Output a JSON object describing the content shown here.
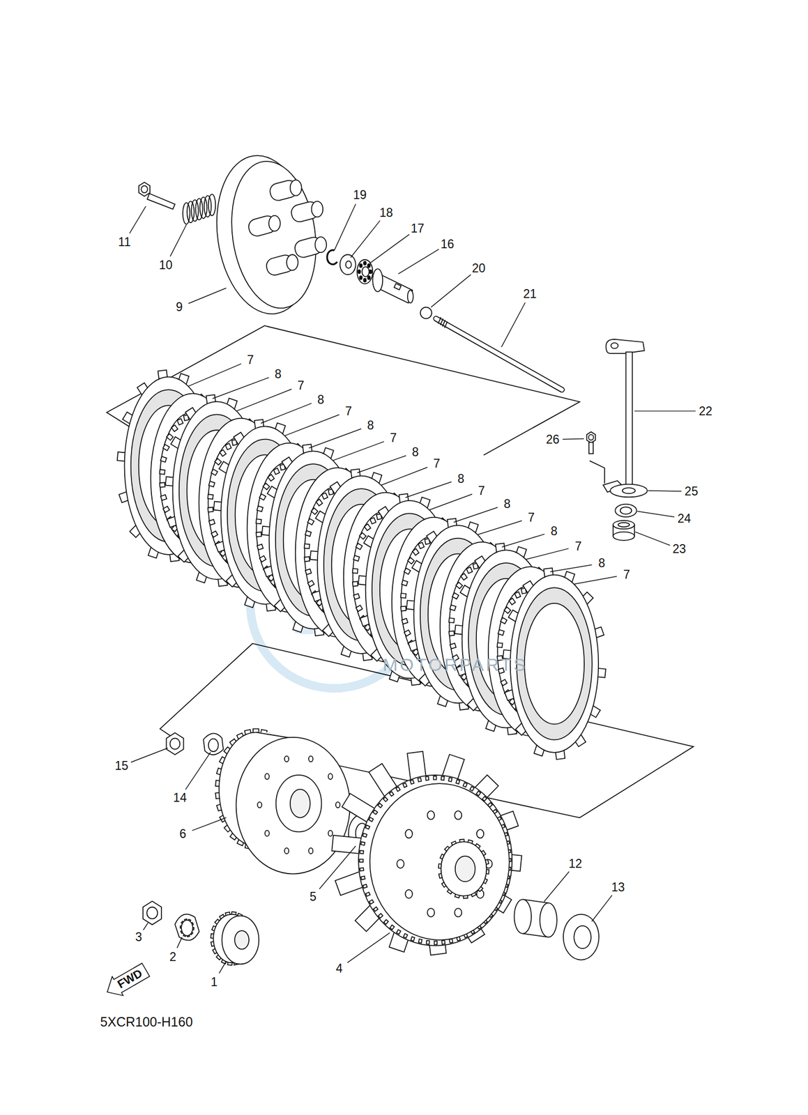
{
  "diagram": {
    "nodes": [
      {
        "text": [
          "FWD"
        ]
      }
    ],
    "labels": [
      "11",
      "10",
      "9",
      "19",
      "18",
      "17",
      "16",
      "20",
      "21",
      "7",
      "8",
      "7",
      "8",
      "7",
      "8",
      "7",
      "8",
      "7",
      "8",
      "7",
      "8",
      "7",
      "8",
      "7",
      "8",
      "7",
      "22",
      "26",
      "25",
      "24",
      "23",
      "MOTORPARTS",
      "15",
      "14",
      "6",
      "5",
      "12",
      "13",
      "3",
      "2",
      "1",
      "4",
      "5XCR100-H160"
    ]
  }
}
